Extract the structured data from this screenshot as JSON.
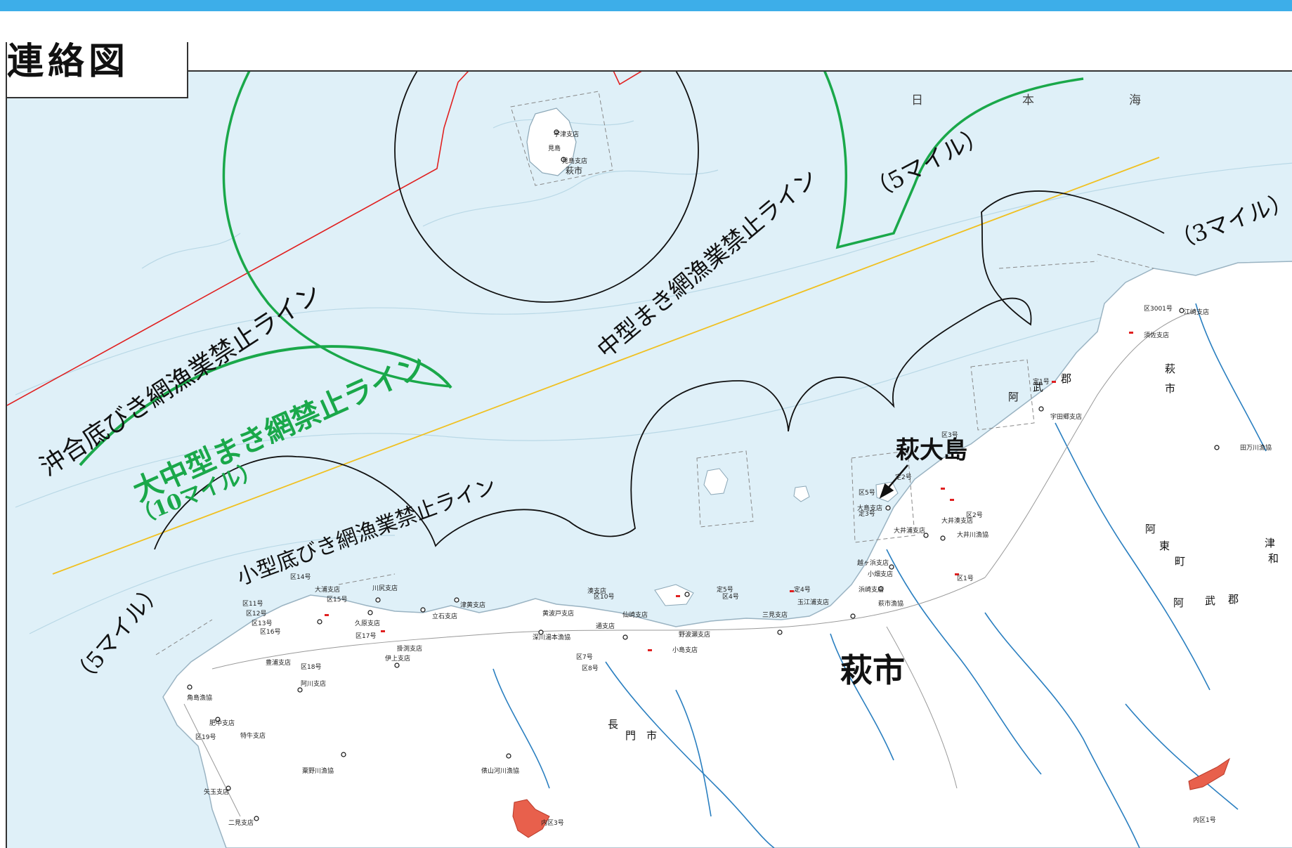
{
  "title": "連絡図",
  "colors": {
    "sea": "#dff0f8",
    "land": "#ffffff",
    "red_line": "#e02020",
    "yellow_line": "#f0c020",
    "green_line": "#1aa84a",
    "reservoir": "#e8604c",
    "river": "#2a7fc0"
  },
  "sea_labels": {
    "sea_name": [
      "日",
      "本",
      "海"
    ]
  },
  "fishing_lines": {
    "offshore_trawl": "沖合底びき網漁業禁止ライン",
    "large_purse_seine": "大中型まき網禁止ライン",
    "large_purse_seine_distance": "（10マイル）",
    "medium_purse_seine": "中型まき網漁業禁止ライン",
    "medium_purse_seine_distance": "（5マイル）",
    "small_trawl": "小型底びき網漁業禁止ライン",
    "small_trawl_distance_left": "（5マイル）",
    "small_trawl_distance_right": "（3マイル）"
  },
  "places": {
    "hagi_city": "萩市",
    "hagi_oshima": "萩大島"
  },
  "map_labels": {
    "island_branch_1": "宇津支店",
    "island_branch_2": "見島支店",
    "island_city": "萩市",
    "island_name": "見島",
    "branches": [
      "江崎支店",
      "須佐支店",
      "大島支店",
      "宇田郷支店",
      "大井湊支店",
      "大井浦支店",
      "大井川漁協",
      "越ヶ浜支店",
      "小畑支店",
      "浜崎支店",
      "玉江浦支店",
      "萩市漁協",
      "三見支店",
      "野波瀬支店",
      "小島支店",
      "通支店",
      "深川湯本漁協",
      "黄波戸支店",
      "仙崎支店",
      "湊支店",
      "津黄支店",
      "立石支店",
      "掛渕支店",
      "伊上支店",
      "久原支店",
      "大浦支店",
      "川尻支店",
      "豊浦支店",
      "阿川支店",
      "肥中支店",
      "特牛支店",
      "角島漁協",
      "矢玉支店",
      "二見支店",
      "粟野川漁協",
      "俵山河川漁協",
      "田万川漁協"
    ],
    "districts": [
      "区1号",
      "区2号",
      "区3号",
      "区4号",
      "区5号",
      "区7号",
      "区8号",
      "区10号",
      "区11号",
      "区12号",
      "区13号",
      "区14号",
      "区15号",
      "区16号",
      "区17号",
      "区18号",
      "区19号",
      "区3001号",
      "定1号",
      "定2号",
      "定3号",
      "定4号",
      "定5号",
      "内区1号",
      "内区3号"
    ],
    "regions": [
      "萩",
      "市",
      "阿",
      "武",
      "郡",
      "長",
      "門",
      "市",
      "阿",
      "東",
      "町",
      "阿",
      "武",
      "郡",
      "津",
      "和"
    ]
  }
}
